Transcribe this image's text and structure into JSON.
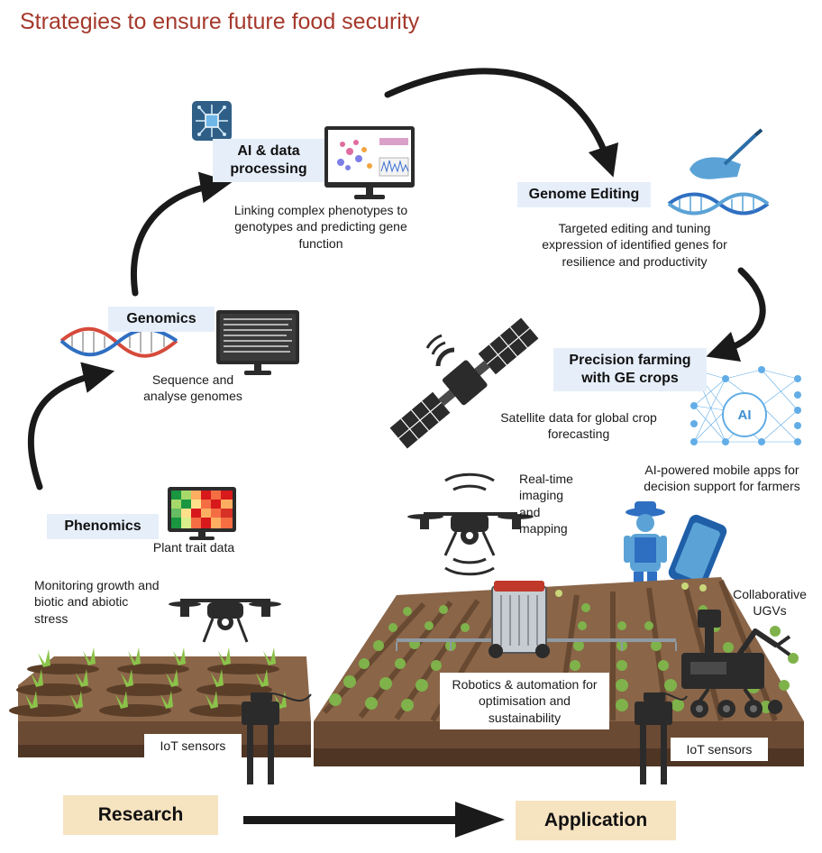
{
  "title": "Strategies to ensure future food security",
  "colors": {
    "title": "#a5382b",
    "label_box": "#e6eefa",
    "stage_box": "#f6e3c0",
    "arrow": "#1a1a1a",
    "soil": "#6b4a33",
    "plant": "#7fb24a"
  },
  "steps": {
    "phenomics": {
      "label": "Phenomics",
      "note": "Plant trait data"
    },
    "genomics": {
      "label": "Genomics",
      "note": "Sequence and analyse genomes"
    },
    "ai": {
      "label": "AI & data processing",
      "note": "Linking complex phenotypes to genotypes and predicting gene function"
    },
    "genome_editing": {
      "label": "Genome Editing",
      "note": "Targeted editing and tuning expression of identified genes for resilience and productivity"
    },
    "precision": {
      "label": "Precision farming with GE crops"
    }
  },
  "annotations": {
    "monitoring": "Monitoring growth and biotic and abiotic stress",
    "satellite": "Satellite data for global crop forecasting",
    "ai_apps": "AI-powered mobile apps for decision support for farmers",
    "realtime": "Real-time imaging and mapping",
    "ugv": "Collaborative UGVs",
    "robotics": "Robotics & automation for optimisation and sustainability",
    "iot_left": "IoT sensors",
    "iot_right": "IoT sensors",
    "ai_badge": "AI"
  },
  "stages": {
    "research": "Research",
    "application": "Application"
  },
  "icons": [
    "circuit-chip-icon",
    "monitor-icon",
    "dna-icon",
    "pen-hand-icon",
    "satellite-icon",
    "neural-network-icon",
    "drone-icon",
    "phone-icon",
    "farmer-icon",
    "robot-arm-icon",
    "tractor-icon",
    "iot-sensor-icon",
    "heatmap-icon"
  ]
}
